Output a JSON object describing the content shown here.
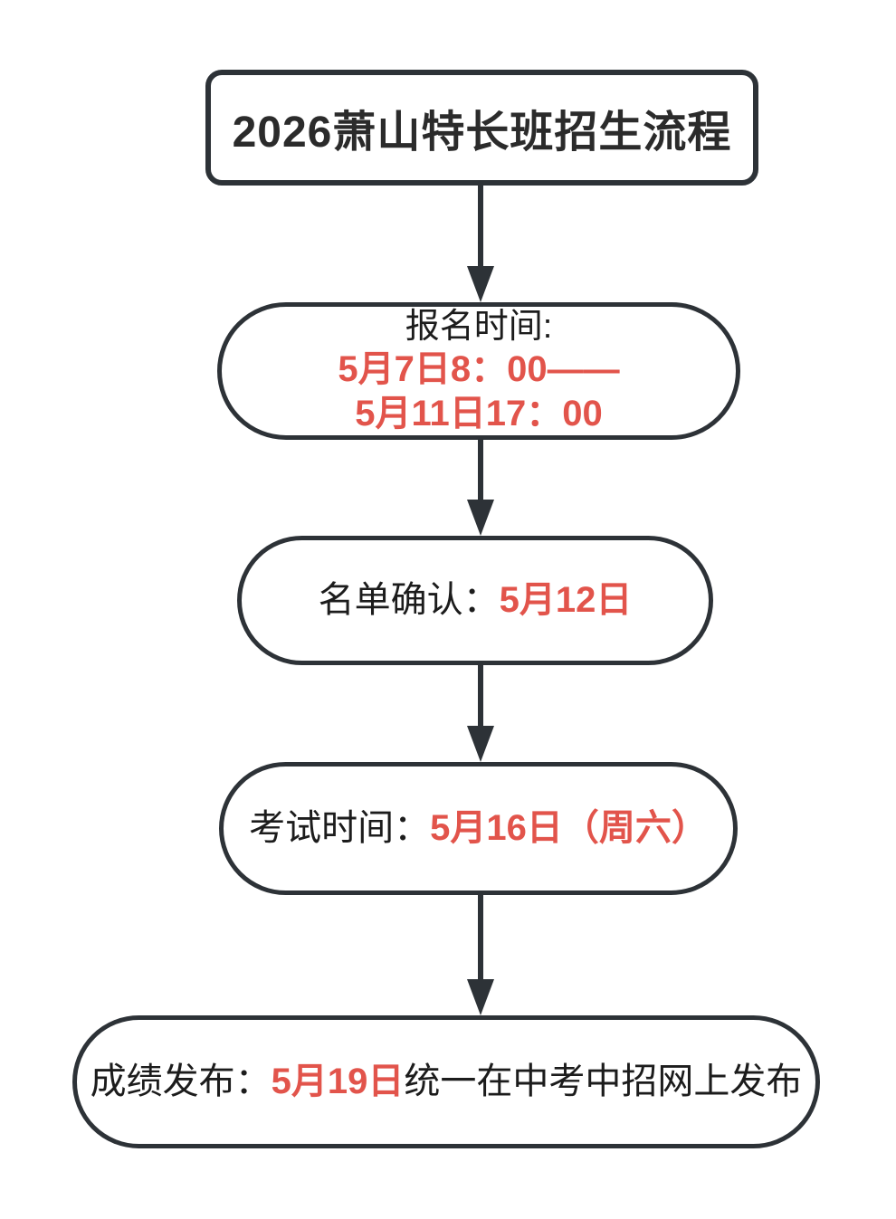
{
  "colors": {
    "stroke": "#2d3237",
    "text": "#1c1c1c",
    "red": "#e2544b",
    "box_fill": "#ffffff",
    "page_bg": "#ffffff"
  },
  "flowchart": {
    "title": "2026萧山特长班招生流程",
    "steps": [
      {
        "name": "signup-time",
        "lines": [
          {
            "segments": [
              {
                "text": "报名时间:",
                "color": "black"
              }
            ]
          },
          {
            "segments": [
              {
                "text": "5月7日8：00——",
                "color": "red"
              }
            ]
          },
          {
            "segments": [
              {
                "text": "5月11日17：00",
                "color": "red"
              }
            ]
          }
        ]
      },
      {
        "name": "list-confirmation",
        "lines": [
          {
            "segments": [
              {
                "text": "名单确认：",
                "color": "black"
              },
              {
                "text": "5月12日",
                "color": "red"
              }
            ]
          }
        ]
      },
      {
        "name": "exam-time",
        "lines": [
          {
            "segments": [
              {
                "text": "考试时间：",
                "color": "black"
              },
              {
                "text": "5月16日（周六）",
                "color": "red"
              }
            ]
          }
        ]
      },
      {
        "name": "results-release",
        "lines": [
          {
            "segments": [
              {
                "text": "成绩发布：",
                "color": "black"
              },
              {
                "text": "5月19日",
                "color": "red"
              },
              {
                "text": "统一在中考中招网上发布",
                "color": "black"
              }
            ]
          }
        ]
      }
    ]
  }
}
